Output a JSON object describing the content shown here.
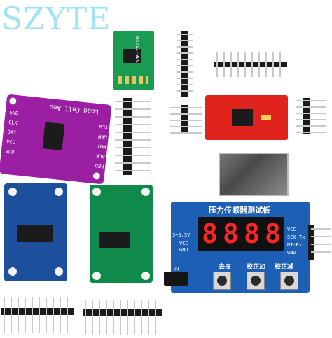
{
  "logo": {
    "text": "SZYTE"
  },
  "purple_board": {
    "title": "Load Cell Amp",
    "left_pins": [
      "GND",
      "CLK",
      "DAT",
      "VCC",
      "VDD"
    ],
    "right_pins": [
      "RED",
      "BLK",
      "WHT",
      "GRN",
      "YLW"
    ]
  },
  "green_small_board": {
    "label": "HX711-BDC"
  },
  "display_board": {
    "title": "压力传感器测试板",
    "digits": [
      "8",
      "8",
      "8",
      "8"
    ],
    "voltage": "3~5.5V",
    "left_pins": [
      "VCC",
      "GND"
    ],
    "right_pins": [
      "VCC",
      "SCK-Tx",
      "DT-Rx",
      "GND"
    ],
    "buttons": [
      "去皮",
      "校正加",
      "校正减"
    ],
    "j1": "J1"
  },
  "colors": {
    "purple": "#9b1fa3",
    "green": "#0f8a4a",
    "blue": "#1c4f9c",
    "red": "#e0231c",
    "segment": "#ff2424"
  }
}
